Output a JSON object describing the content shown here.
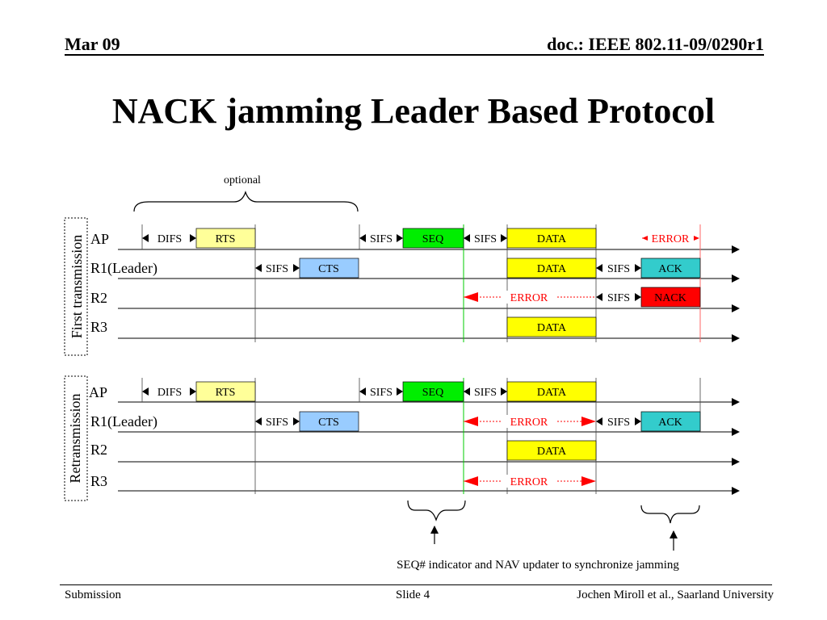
{
  "header": {
    "date": "Mar 09",
    "doc": "doc.: IEEE 802.11-09/0290r1"
  },
  "title": "NACK jamming Leader Based Protocol",
  "diagram": {
    "optional_label": "optional",
    "section_first": "First transmission",
    "section_retrans": "Retransmission",
    "rows_first": [
      "AP",
      "R1(Leader)",
      "R2",
      "R3"
    ],
    "rows_retrans": [
      "AP",
      "R1(Leader)",
      "R2",
      "R3"
    ],
    "labels": {
      "difs": "DIFS",
      "sifs": "SIFS",
      "rts": "RTS",
      "cts": "CTS",
      "seq": "SEQ",
      "data": "DATA",
      "ack": "ACK",
      "nack": "NACK",
      "error": "ERROR"
    },
    "annotation": "SEQ# indicator and NAV updater  to synchronize jamming",
    "colors": {
      "rts": "#ffff99",
      "cts": "#99ccff",
      "seq": "#00ee00",
      "data": "#ffff00",
      "ack": "#33cccc",
      "nack": "#ff0000",
      "error": "#ff0000"
    }
  },
  "footer": {
    "left": "Submission",
    "center": "Slide 4",
    "right": "Jochen Miroll et al., Saarland University"
  }
}
